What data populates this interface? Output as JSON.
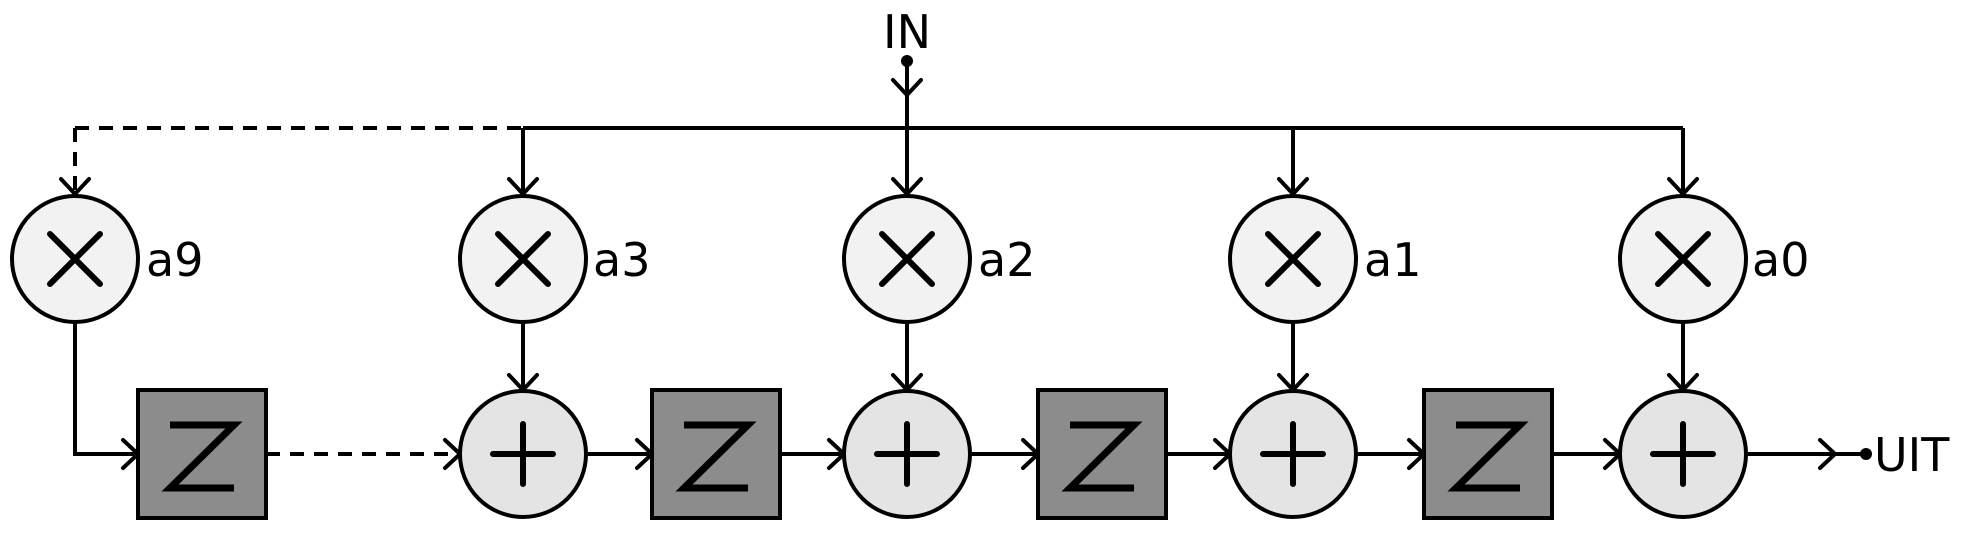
{
  "diagram": {
    "input_label": "IN",
    "output_label": "UIT",
    "coefficients": [
      "a9",
      "a3",
      "a2",
      "a1",
      "a0"
    ],
    "delay_symbol": "Z",
    "multiplier_symbol": "×",
    "adder_symbol": "+"
  }
}
